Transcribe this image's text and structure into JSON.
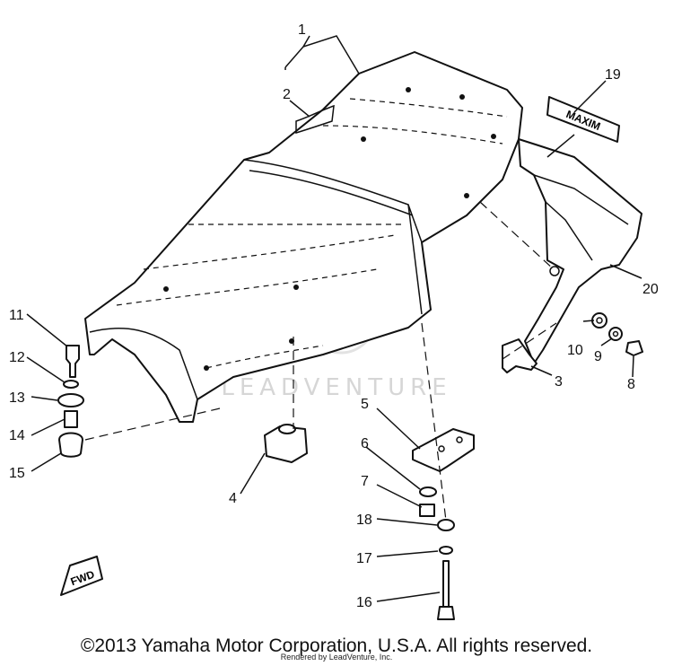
{
  "watermark": "LEADVENTURE",
  "callouts": {
    "c1": "1",
    "c2": "2",
    "c3": "3",
    "c4": "4",
    "c5": "5",
    "c6": "6",
    "c7": "7",
    "c8": "8",
    "c9": "9",
    "c10": "10",
    "c11": "11",
    "c12": "12",
    "c13": "13",
    "c14": "14",
    "c15": "15",
    "c16": "16",
    "c17": "17",
    "c18": "18",
    "c19": "19",
    "c20": "20"
  },
  "emblem_text": "MAXIM",
  "fwd_label": "FWD",
  "footer": {
    "copyright": "©2013 Yamaha Motor Corporation, U.S.A. All rights reserved.",
    "rendered_by": "Rendered by LeadVenture, Inc."
  }
}
